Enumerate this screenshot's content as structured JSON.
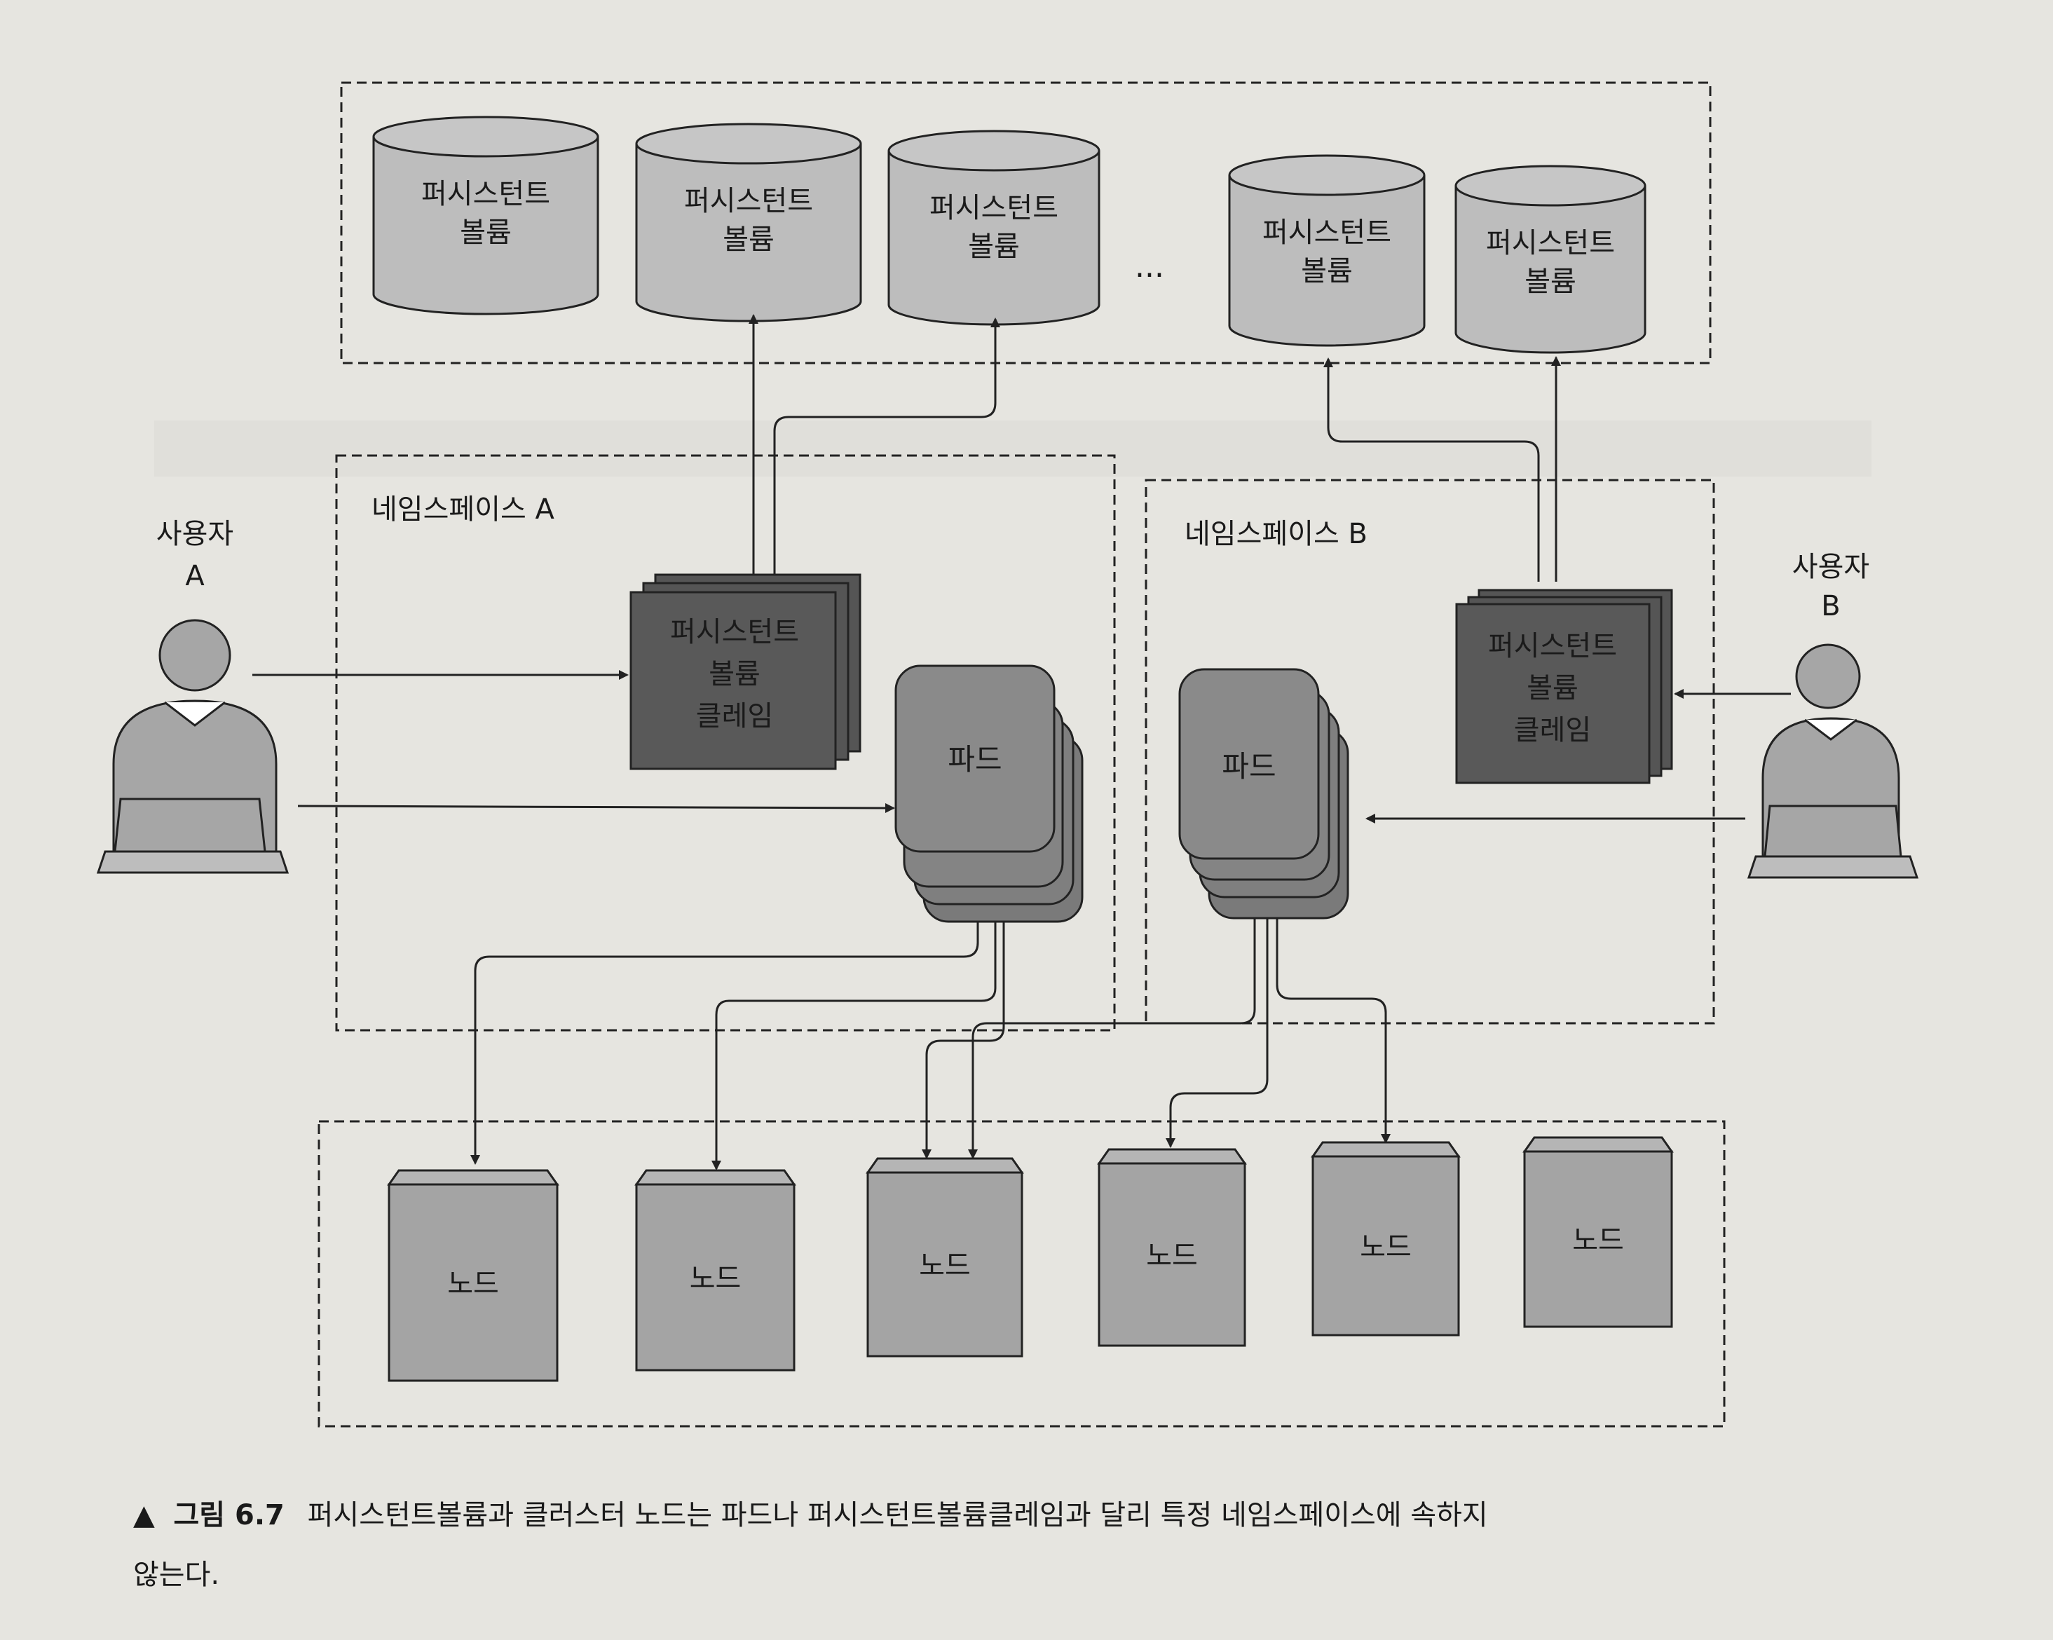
{
  "volume_label": [
    "퍼시스턴트",
    "볼륨"
  ],
  "ellipsis": "...",
  "namespace_a": "네임스페이스 A",
  "namespace_b": "네임스페이스 B",
  "user_a": [
    "사용자",
    "A"
  ],
  "user_b": [
    "사용자",
    "B"
  ],
  "pvc_label": [
    "퍼시스턴트",
    "볼륨",
    "클레임"
  ],
  "pod_label": "파드",
  "node_label": "노드",
  "caption": {
    "marker": "▲",
    "number": "그림 6.7",
    "line1": "퍼시스턴트볼륨과 클러스터 노드는 파드나 퍼시스턴트볼륨클레임과 달리 특정 네임스페이스에 속하지",
    "line2": "않는다."
  }
}
